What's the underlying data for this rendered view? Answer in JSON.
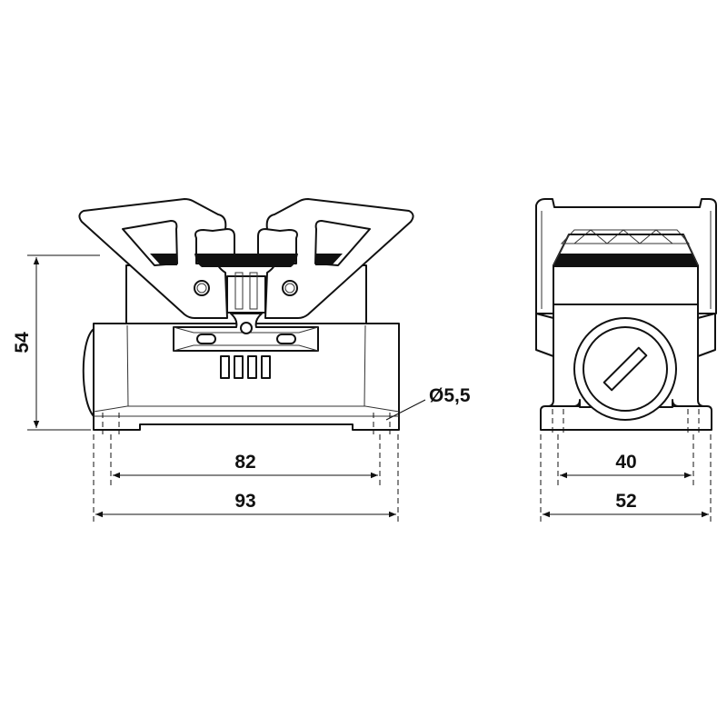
{
  "drawing": {
    "front_view": {
      "dimensions": {
        "height": "54",
        "hole_spacing": "82",
        "overall_width": "93",
        "hole_diameter": "Ø5,5"
      }
    },
    "side_view": {
      "dimensions": {
        "hole_spacing": "40",
        "overall_width": "52"
      }
    }
  }
}
